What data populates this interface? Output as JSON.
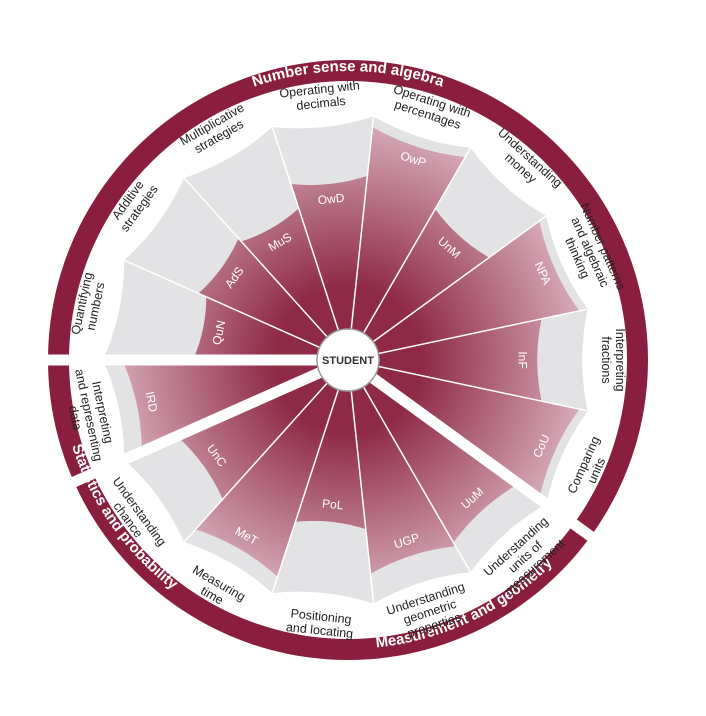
{
  "center": {
    "label": "STUDENT"
  },
  "colors": {
    "maroon": "#8a1e3e",
    "segment_dark": "#8f2a46",
    "segment_light": "#d9b1bd",
    "track": "#e3e3e6"
  },
  "strands": [
    {
      "title": "Number sense and algebra"
    },
    {
      "title": "Measurement and geometry"
    },
    {
      "title": "Statistics and probability"
    }
  ],
  "elements": [
    {
      "code": "QuN",
      "label": [
        "Quantifying",
        "numbers"
      ],
      "level": 0.58
    },
    {
      "code": "AdS",
      "label": [
        "Additive",
        "strategies"
      ],
      "level": 0.62
    },
    {
      "code": "MuS",
      "label": [
        "Multiplicative",
        "strategies"
      ],
      "level": 0.6
    },
    {
      "code": "OwD",
      "label": [
        "Operating with",
        "decimals"
      ],
      "level": 0.72
    },
    {
      "code": "OwP",
      "label": [
        "Operating with",
        "percentages"
      ],
      "level": 0.95
    },
    {
      "code": "UnM",
      "label": [
        "Understanding",
        "money"
      ],
      "level": 0.67
    },
    {
      "code": "NPA",
      "label": [
        "Number patterns",
        "and algebraic",
        "thinking"
      ],
      "level": 0.96
    },
    {
      "code": "InF",
      "label": [
        "Interpreting",
        "fractions"
      ],
      "level": 0.78
    },
    {
      "code": "CoU",
      "label": [
        "Comparing",
        "units"
      ],
      "level": 0.96
    },
    {
      "code": "UuM",
      "label": [
        "Understanding",
        "units of",
        "measurement"
      ],
      "level": 0.84
    },
    {
      "code": "UGP",
      "label": [
        "Understanding",
        "geometric",
        "properties"
      ],
      "level": 0.86
    },
    {
      "code": "PoL",
      "label": [
        "Positioning",
        "and locating"
      ],
      "level": 0.65
    },
    {
      "code": "MeT",
      "label": [
        "Measuring",
        "time"
      ],
      "level": 0.92
    },
    {
      "code": "UnC",
      "label": [
        "Understanding",
        "chance"
      ],
      "level": 0.73
    },
    {
      "code": "IRD",
      "label": [
        "Interpreting",
        "and representing",
        "data"
      ],
      "level": 0.91
    }
  ]
}
